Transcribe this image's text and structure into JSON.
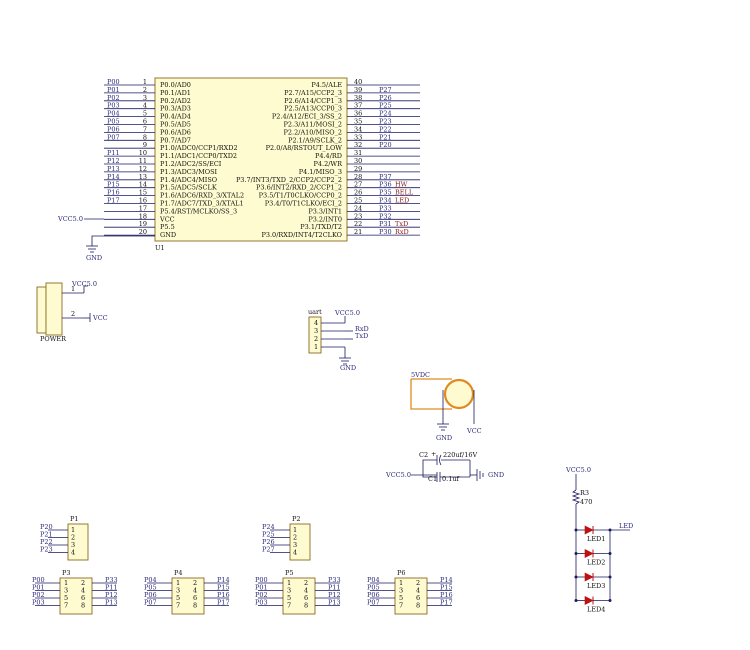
{
  "mcu": {
    "ref": "U1",
    "left_nets": [
      "P00",
      "P01",
      "P02",
      "P03",
      "P04",
      "P05",
      "P06",
      "P07",
      "",
      "P11",
      "P12",
      "P13",
      "P14",
      "P15",
      "P16",
      "P17",
      "",
      "",
      "",
      ""
    ],
    "left_names": [
      "P0.0/AD0",
      "P0.1/AD1",
      "P0.2/AD2",
      "P0.3/AD3",
      "P0.4/AD4",
      "P0.5/AD5",
      "P0.6/AD6",
      "P0.7/AD7",
      "P1.0/ADC0/CCP1/RXD2",
      "P1.1/ADC1/CCP0/TXD2",
      "P1.2/ADC2/SS/ECI",
      "P1.3/ADC3/MOSI",
      "P1.4/ADC4/MISO",
      "P1.5/ADC5/SCLK",
      "P1.6/ADC6/RXD_3/XTAL2",
      "P1.7/ADC7/TXD_3/XTAL1",
      "P5.4/RST/MCLKO/SS_3",
      "VCC",
      "P5.5",
      "GND"
    ],
    "right_names": [
      "P4.5/ALE",
      "P2.7/A15/CCP2_3",
      "P2.6/A14/CCP1_3",
      "P2.5/A13/CCP0_3",
      "P2.4/A12/ECI_3/SS_2",
      "P2.3/A11/MOSI_2",
      "P2.2/A10/MISO_2",
      "P2.1/A9/SCLK_2",
      "P2.0/A8/RSTOUT_LOW",
      "P4.4/RD",
      "P4.2/WR",
      "P4.1/MISO_3",
      "P3.7/INT3/TXD_2/CCP2/CCP2_2",
      "P3.6/INT2/RXD_2/CCP1_2",
      "P3.5/T1/T0CLKO/CCP0_2",
      "P3.4/T0/T1CLKO/ECI_2",
      "P3.3/INT1",
      "P3.2/INT0",
      "P3.1/TXD/T2",
      "P3.0/RXD/INT4/T2CLKO"
    ],
    "right_pins": [
      "40",
      "39",
      "38",
      "37",
      "36",
      "35",
      "34",
      "33",
      "32",
      "31",
      "30",
      "29",
      "28",
      "27",
      "26",
      "25",
      "24",
      "23",
      "22",
      "21"
    ],
    "right_nets": [
      "",
      "P27",
      "P26",
      "P25",
      "P24",
      "P23",
      "P22",
      "P21",
      "P20",
      "",
      "",
      "",
      "P37",
      "P36",
      "P35",
      "P34",
      "P33",
      "P32",
      "P31",
      "P30"
    ],
    "right_funcs": [
      "",
      "",
      "",
      "",
      "",
      "",
      "",
      "",
      "",
      "",
      "",
      "",
      "",
      "HW",
      "BELL",
      "LED",
      "",
      "",
      "TxD",
      "RxD"
    ],
    "vcc_label": "VCC5.0",
    "gnd_label": "GND"
  },
  "power": {
    "ref": "POWER",
    "net_top": "VCC5.0",
    "net_bottom": "VCC",
    "pin1": "1",
    "pin2": "2"
  },
  "uart": {
    "ref": "uart",
    "vcc": "VCC5.0",
    "rxd": "RxD",
    "txd": "TxD",
    "gnd": "GND",
    "pins": [
      "4",
      "3",
      "2",
      "1"
    ]
  },
  "jack": {
    "net": "5VDC",
    "gnd": "GND",
    "vcc": "VCC"
  },
  "caps": {
    "c2": "C2",
    "c2_val": "220uf/16V",
    "c1": "C1",
    "c1_val": "0.1uf",
    "vcc": "VCC5.0",
    "gnd": "GND",
    "plus": "+"
  },
  "leds": {
    "vcc": "VCC5.0",
    "r_ref": "R3",
    "r_val": "470",
    "net": "LED",
    "names": [
      "LED1",
      "LED2",
      "LED3",
      "LED4"
    ]
  },
  "p1": {
    "ref": "P1",
    "nets": [
      "P20",
      "P21",
      "P22",
      "P23"
    ],
    "pins": [
      "1",
      "2",
      "3",
      "4"
    ]
  },
  "p2": {
    "ref": "P2",
    "nets": [
      "P24",
      "P25",
      "P26",
      "P27"
    ],
    "pins": [
      "1",
      "2",
      "3",
      "4"
    ]
  },
  "p3": {
    "ref": "P3",
    "left": [
      "P00",
      "P01",
      "P02",
      "P03"
    ],
    "right": [
      "P33",
      "P11",
      "P12",
      "P13"
    ]
  },
  "p4": {
    "ref": "P4",
    "left": [
      "P04",
      "P05",
      "P06",
      "P07"
    ],
    "right": [
      "P14",
      "P15",
      "P16",
      "P17"
    ]
  },
  "p5": {
    "ref": "P5",
    "left": [
      "P00",
      "P01",
      "P02",
      "P03"
    ],
    "right": [
      "P33",
      "P11",
      "P12",
      "P13"
    ]
  },
  "p6": {
    "ref": "P6",
    "left": [
      "P04",
      "P05",
      "P06",
      "P07"
    ],
    "right": [
      "P14",
      "P15",
      "P16",
      "P17"
    ]
  },
  "header_pins": {
    "left": [
      "1",
      "3",
      "5",
      "7"
    ],
    "right": [
      "2",
      "4",
      "6",
      "8"
    ]
  }
}
